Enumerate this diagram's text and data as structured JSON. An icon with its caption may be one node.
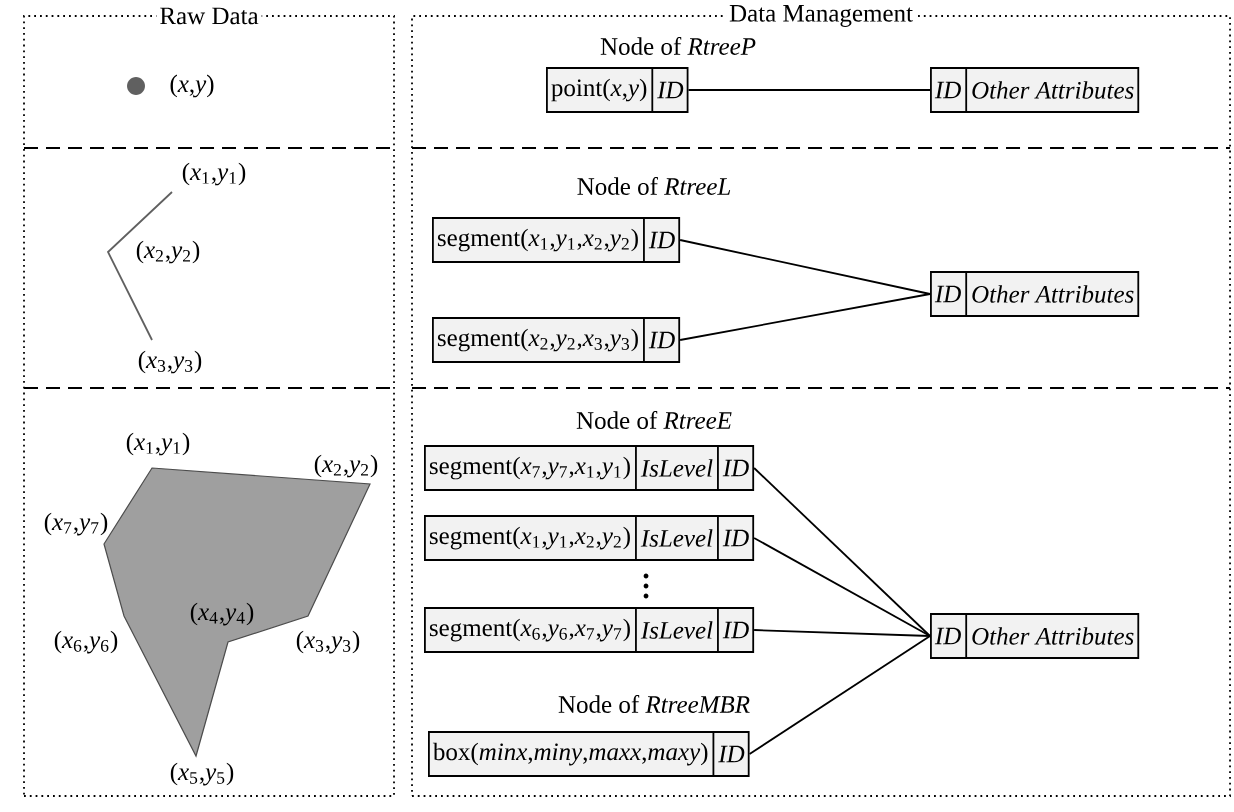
{
  "diagram": {
    "nodes": [
      {
        "text": [
          "Raw Data"
        ]
      },
      {
        "text": [
          "Data Management"
        ]
      },
      {
        "text": [
          "point(*x*,*y*)",
          "ID"
        ],
        "in": 1
      },
      {
        "text": [
          "ID",
          "Other Attributes"
        ],
        "in": 1
      },
      {
        "text": [
          "segment(*x*$_{1}$,*y*$_{1}$,*x*$_{2}$,*y*$_{2}$)",
          "ID"
        ],
        "in": 1
      },
      {
        "text": [
          "segment(*x*$_{2}$,*y*$_{2}$,*x*$_{3}$,*y*$_{3}$)",
          "ID"
        ],
        "in": 1
      },
      {
        "text": [
          "ID",
          "Other Attributes"
        ],
        "in": 1
      },
      {
        "text": [
          "segment(*x*$_{7}$,*y*$_{7}$,*x*$_{1}$,*y*$_{1}$)",
          "IsLevel",
          "ID"
        ],
        "in": 1
      },
      {
        "text": [
          "segment(*x*$_{1}$,*y*$_{1}$,*x*$_{2}$,*y*$_{2}$)",
          "IsLevel",
          "ID"
        ],
        "in": 1
      },
      {
        "text": [
          "segment(*x*$_{6}$,*y*$_{6}$,*x*$_{7}$,*y*$_{7}$)",
          "IsLevel",
          "ID"
        ],
        "in": 1
      },
      {
        "text": [
          "box(*minx*,*miny*,*maxx*,*maxy*)",
          "ID"
        ],
        "in": 1
      },
      {
        "text": [
          "ID",
          "Other Attributes"
        ],
        "in": 1
      }
    ],
    "edges": [
      {
        "from": 2,
        "to": 3,
        "arrow": "none"
      },
      {
        "from": 4,
        "to": 6,
        "arrow": "none"
      },
      {
        "from": 5,
        "to": 6,
        "arrow": "none"
      },
      {
        "from": 7,
        "to": 11,
        "arrow": "none"
      },
      {
        "from": 8,
        "to": 11,
        "arrow": "none"
      },
      {
        "from": 9,
        "to": 11,
        "arrow": "none"
      },
      {
        "from": 10,
        "to": 11,
        "arrow": "none"
      }
    ],
    "labels": [
      "Node of *RtreeP*",
      "(*x*,*y*)",
      "(*x*$_{1}$,*y*$_{1}$)",
      "Node of *RtreeL*",
      "(*x*$_{2}$,*y*$_{2}$)",
      "(*x*$_{3}$,*y*$_{3}$)",
      "Node of *RtreeE*",
      "(*x*$_{1}$,*y*$_{1}$)",
      "(*x*$_{2}$,*y*$_{2}$)",
      "(*x*$_{7}$,*y*$_{7}$)",
      "(*x*$_{4}$,*y*$_{4}$)",
      "(*x*$_{6}$,*y*$_{6}$)",
      "(*x*$_{3}$,*y*$_{3}$)",
      "Node of *RtreeMBR*",
      "(*x*$_{5}$,*y*$_{5}$)"
    ]
  }
}
